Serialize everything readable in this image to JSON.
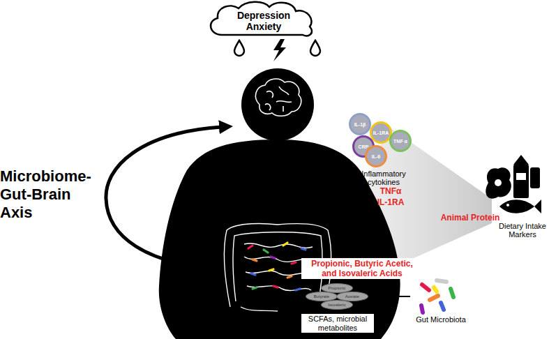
{
  "diagram": {
    "nodes": [
      {
        "text": [
          "Depression Anxiety"
        ]
      },
      {
        "text": [
          "IL-1β"
        ]
      },
      {
        "text": [
          "IL-1RA"
        ]
      },
      {
        "text": [
          "CRP"
        ]
      },
      {
        "text": [
          "TNF α"
        ]
      },
      {
        "text": [
          "IL-6"
        ]
      },
      {
        "text": [
          "SCFAs, microbial metabolites"
        ]
      },
      {
        "text": [
          "Propionic"
        ],
        "in": 6
      },
      {
        "text": [
          "Butyrate"
        ],
        "in": 6
      },
      {
        "text": [
          "Acetate"
        ],
        "in": 6
      },
      {
        "text": [
          "Isovaleric"
        ],
        "in": 6
      },
      {
        "text": [
          "Gut Microbiota"
        ]
      }
    ],
    "edges": [
      {
        "from": 11,
        "to": 6,
        "arrow": "to"
      }
    ],
    "labels": [
      "Microbiome-Gut-Brain Axis",
      "Inflammatory cytokines",
      "TNFα",
      "IL-1RA",
      "Animal Protein",
      "Dietary Intake Markers",
      "Propionic, Butyric Acetic, and Isovaleric Acids"
    ]
  }
}
